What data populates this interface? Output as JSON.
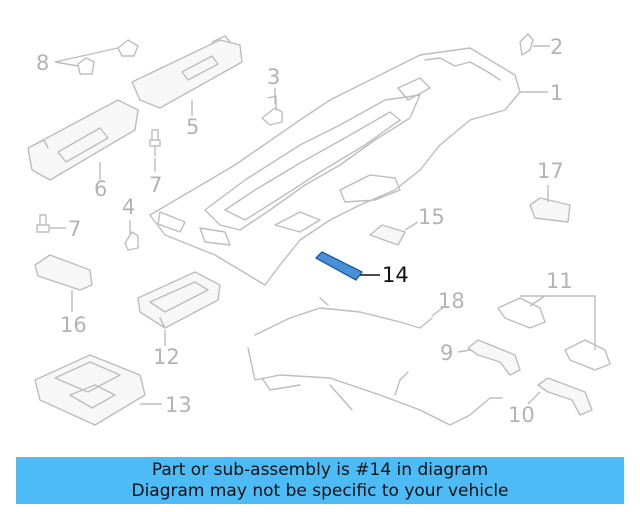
{
  "callouts": {
    "c1": "1",
    "c2": "2",
    "c3": "3",
    "c4": "4",
    "c5": "5",
    "c6": "6",
    "c7a": "7",
    "c7b": "7",
    "c8": "8",
    "c9": "9",
    "c10": "10",
    "c11": "11",
    "c12": "12",
    "c13": "13",
    "c14": "14",
    "c15": "15",
    "c16": "16",
    "c17": "17",
    "c18": "18"
  },
  "highlight": {
    "part": "14",
    "color": "#4a90d9"
  },
  "banner": {
    "line1": "Part or sub-assembly is #14 in diagram",
    "line2": "Diagram may not be specific to your vehicle",
    "background": "#4dbbf5"
  }
}
